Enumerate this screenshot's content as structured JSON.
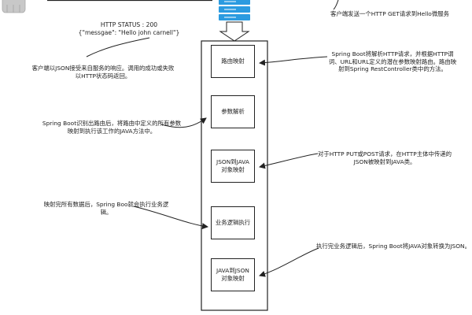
{
  "status_response": {
    "line1": "HTTP STATUS : 200",
    "line2": "{\"messgae\": \"Hello john carnell\"}"
  },
  "boxes": [
    {
      "line1": "路由映射",
      "line2": ""
    },
    {
      "line1": "参数解析",
      "line2": ""
    },
    {
      "line1": "JSON到JAVA",
      "line2": "对象映射"
    },
    {
      "line1": "业务逻辑执行",
      "line2": ""
    },
    {
      "line1": "JAVA到JSON",
      "line2": "对象映射"
    }
  ],
  "notes": {
    "request": "客户端发送一个HTTP GET请求到Hello微服务",
    "client_receive": "客户端以JSON接受来自服务的响应。调用的成功或失败以HTTP状态码返回。",
    "routing": "Spring Boot将解析HTTP请求，并根据HTTP谓词、URL和URL定义的潜在参数映射路由。路由映射到Spring RestController类中的方法。",
    "params": "Spring Boot识别出路由后，将路由中定义的所有参数映射到执行该工作的JAVA方法中。",
    "json_to_java": "对于HTTP PUT或POST请求，在HTTP主体中传递的JSON被映射到JAVA类。",
    "business": "映射完所有数据后，Spring Boo就会执行业务逻辑。",
    "java_to_json": "执行完业务逻辑后，Spring Boot将JAVA对象转换为JSON。"
  },
  "colors": {
    "line": "#222222",
    "server_blue": "#2b9be0",
    "client_gray": "#c8c8c8"
  },
  "icons": {
    "client": "client-computer-icon",
    "server": "server-stack-icon"
  }
}
